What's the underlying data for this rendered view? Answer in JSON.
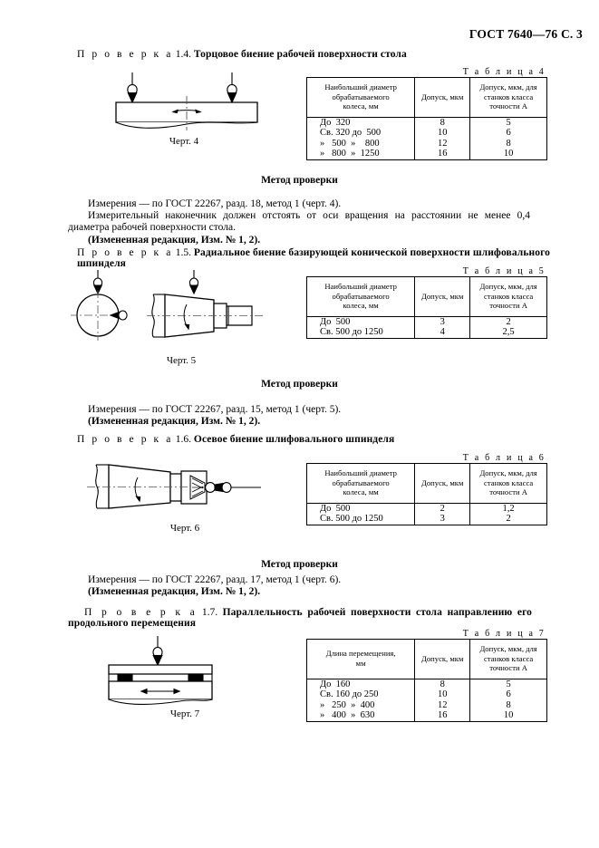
{
  "header": {
    "standard": "ГОСТ 7640—76 С. 3"
  },
  "common": {
    "method_title": "Метод проверки",
    "revision_note": "(Измененная редакция, Изм. № 1, 2).",
    "check_word": "П р о в е р к а",
    "table_word": "Т а б л и ц а"
  },
  "table_headers": {
    "wheel_diameter": "Наибольший диаметр\nобрабатываемого\nколеса, мм",
    "travel_length": "Длина перемещения,\nмм",
    "tolerance": "Допуск, мкм",
    "tolerance_class_a": "Допуск, мкм, для\nстанков класса\nточности А"
  },
  "sections": [
    {
      "id": "1.4",
      "number": "1.4.",
      "title": "Торцовое биение рабочей поверхности стола",
      "table_caption": "Т а б л и ц а  4",
      "table_number": "4",
      "figure_caption": "Черт. 4",
      "columns": [
        "Наибольший диаметр\nобрабатываемого\nколеса, мм",
        "Допуск, мкм",
        "Допуск, мкм, для\nстанков класса\nточности А"
      ],
      "rows": [
        {
          "range": "До  320",
          "tolerance": "8",
          "tolerance_a": "5"
        },
        {
          "range": "Св. 320 до  500",
          "tolerance": "10",
          "tolerance_a": "6"
        },
        {
          "range": "»   500  »    800",
          "tolerance": "12",
          "tolerance_a": "8"
        },
        {
          "range": "»   800  »  1250",
          "tolerance": "16",
          "tolerance_a": "10"
        }
      ],
      "method_lines": [
        "Измерения — по ГОСТ 22267, разд. 18, метод 1 (черт. 4).",
        "Измерительный наконечник должен отстоять от оси вращения на расстоянии не менее 0,4 диаметра рабочей поверхности стола."
      ]
    },
    {
      "id": "1.5",
      "number": "1.5.",
      "title": "Радиальное биение базирующей конической поверхности шлифовального шпинделя",
      "table_caption": "Т а б л и ц а  5",
      "table_number": "5",
      "figure_caption": "Черт. 5",
      "columns": [
        "Наибольший диаметр\nобрабатываемого\nколеса, мм",
        "Допуск, мкм",
        "Допуск, мкм, для\nстанков класса\nточности А"
      ],
      "rows": [
        {
          "range": "До  500",
          "tolerance": "3",
          "tolerance_a": "2"
        },
        {
          "range": "Св. 500 до 1250",
          "tolerance": "4",
          "tolerance_a": "2,5"
        }
      ],
      "method_lines": [
        "Измерения — по ГОСТ 22267, разд. 15, метод 1 (черт. 5)."
      ]
    },
    {
      "id": "1.6",
      "number": "1.6.",
      "title": "Осевое биение шлифовального шпинделя",
      "table_caption": "Т а б л и ц а  6",
      "table_number": "6",
      "figure_caption": "Черт. 6",
      "columns": [
        "Наибольший диаметр\nобрабатываемого\nколеса, мм",
        "Допуск, мкм",
        "Допуск, мкм, для\nстанков класса\nточности А"
      ],
      "rows": [
        {
          "range": "До  500",
          "tolerance": "2",
          "tolerance_a": "1,2"
        },
        {
          "range": "Св. 500 до 1250",
          "tolerance": "3",
          "tolerance_a": "2"
        }
      ],
      "method_lines": [
        "Измерения — по ГОСТ 22267, разд. 17, метод 1 (черт. 6)."
      ]
    },
    {
      "id": "1.7",
      "number": "1.7.",
      "title": "Параллельность рабочей поверхности стола направлению его продольного перемещения",
      "table_caption": "Т а б л и ц а  7",
      "table_number": "7",
      "figure_caption": "Черт. 7",
      "columns": [
        "Длина перемещения,\nмм",
        "Допуск, мкм",
        "Допуск, мкм, для\nстанков класса\nточности А"
      ],
      "rows": [
        {
          "range": "До  160",
          "tolerance": "8",
          "tolerance_a": "5"
        },
        {
          "range": "Св. 160 до 250",
          "tolerance": "10",
          "tolerance_a": "6"
        },
        {
          "range": "»   250  »  400",
          "tolerance": "12",
          "tolerance_a": "8"
        },
        {
          "range": "»   400  »  630",
          "tolerance": "16",
          "tolerance_a": "10"
        }
      ],
      "method_lines": []
    }
  ]
}
